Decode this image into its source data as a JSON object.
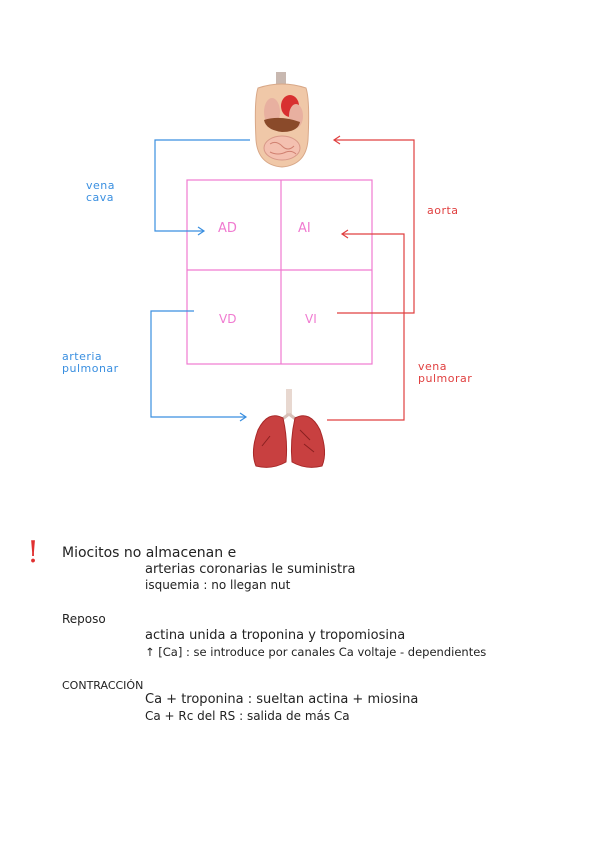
{
  "chambers": {
    "ad": "AD",
    "ai": "AI",
    "vd": "VD",
    "vi": "VI"
  },
  "labels": {
    "vena_cava": [
      "vena",
      "cava"
    ],
    "arteria_pulmonar": [
      "arteria",
      "pulmonar"
    ],
    "aorta": "aorta",
    "vena_pulmonar": [
      "vena",
      "pulmorar"
    ]
  },
  "notes": {
    "miocitos": {
      "title": "Miocitos no almacenan e",
      "lines": [
        "arterias coronarias le suministra",
        "isquemia : no llegan nut"
      ]
    },
    "reposo": {
      "title": "Reposo",
      "lines": [
        "actina unida a troponina y tropomiosina",
        "↑ [Ca] : se introduce por canales Ca voltaje - dependientes"
      ]
    },
    "contraccion": {
      "title": "CONTRACCIÓN",
      "lines": [
        "Ca + troponina : sueltan actina + miosina",
        "Ca + Rc del RS : salida de más Ca"
      ]
    }
  },
  "colors": {
    "grid": "#f07ad0",
    "chamber_text": "#f07ad0",
    "blue": "#3a8fe0",
    "red": "#e04040",
    "alert": "#e03030"
  },
  "icons": {
    "body": "torso-organs-icon",
    "lungs": "lungs-icon",
    "alert": "exclamation-icon"
  }
}
